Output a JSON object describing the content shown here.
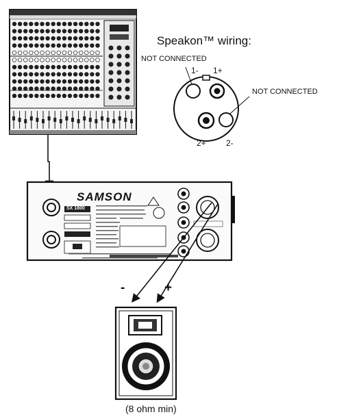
{
  "speakon": {
    "title": "Speakon™ wiring:",
    "not_connected_left": "NOT CONNECTED",
    "not_connected_right": "NOT CONNECTED",
    "pins": {
      "p1minus": "1-",
      "p1plus": "1+",
      "p2plus": "2+",
      "p2minus": "2-"
    }
  },
  "amplifier": {
    "brand": "SAMSON",
    "model": "SX 1800"
  },
  "speaker": {
    "polarity_minus": "-",
    "polarity_plus": "+",
    "caption": "(8 ohm min)"
  }
}
